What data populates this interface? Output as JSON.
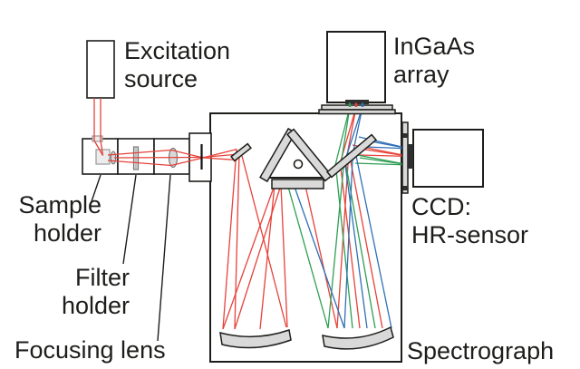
{
  "figure": {
    "labels": {
      "excitation_source": "Excitation\nsource",
      "ingaas_array": "InGaAs\narray",
      "sample_holder": "Sample\nholder",
      "filter_holder": "Filter\nholder",
      "focusing_lens": "Focusing lens",
      "ccd_hr_sensor": "CCD:\nHR-sensor",
      "spectrograph": "Spectrograph"
    },
    "colors": {
      "ray_red": "#e6423a",
      "ray_green": "#2f9e54",
      "ray_blue": "#3070b5",
      "component_fill": "#d9d9d9",
      "outline": "#1d1d1b"
    }
  }
}
